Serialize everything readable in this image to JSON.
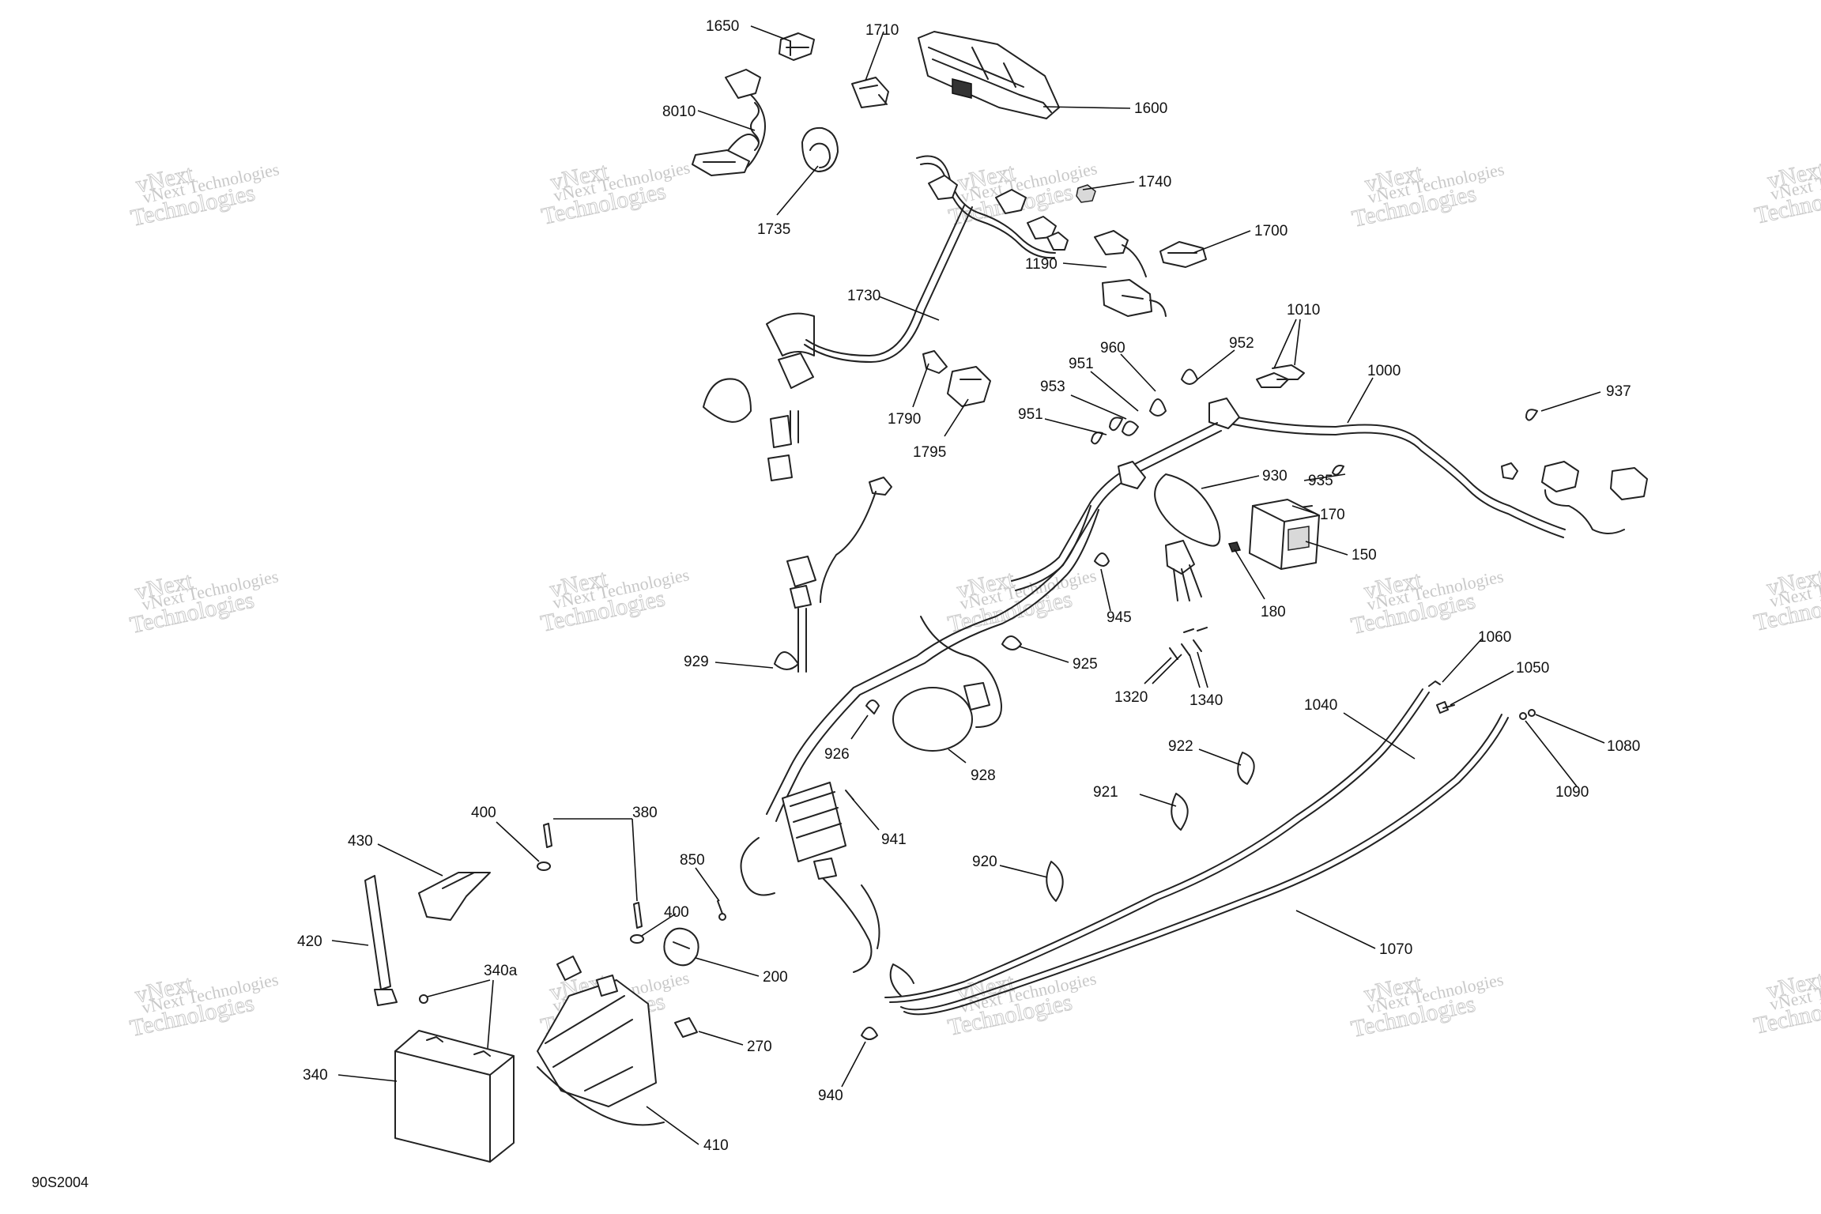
{
  "diagram": {
    "figure_code": "90S2004",
    "watermark": {
      "line1": "vNext Technologies",
      "line2": "vNext",
      "line3": "Technologies"
    },
    "callouts": [
      {
        "id": "1650",
        "text": "1650"
      },
      {
        "id": "1710",
        "text": "1710"
      },
      {
        "id": "1600",
        "text": "1600"
      },
      {
        "id": "8010",
        "text": "8010"
      },
      {
        "id": "1735",
        "text": "1735"
      },
      {
        "id": "1740",
        "text": "1740"
      },
      {
        "id": "1700",
        "text": "1700"
      },
      {
        "id": "1730",
        "text": "1730"
      },
      {
        "id": "1190",
        "text": "1190"
      },
      {
        "id": "1010",
        "text": "1010"
      },
      {
        "id": "960",
        "text": "960"
      },
      {
        "id": "952",
        "text": "952"
      },
      {
        "id": "951a",
        "text": "951"
      },
      {
        "id": "953",
        "text": "953"
      },
      {
        "id": "951b",
        "text": "951"
      },
      {
        "id": "1000",
        "text": "1000"
      },
      {
        "id": "937",
        "text": "937"
      },
      {
        "id": "1790",
        "text": "1790"
      },
      {
        "id": "1795",
        "text": "1795"
      },
      {
        "id": "930",
        "text": "930"
      },
      {
        "id": "935",
        "text": "935"
      },
      {
        "id": "170",
        "text": "170"
      },
      {
        "id": "150",
        "text": "150"
      },
      {
        "id": "180",
        "text": "180"
      },
      {
        "id": "945",
        "text": "945"
      },
      {
        "id": "929",
        "text": "929"
      },
      {
        "id": "925",
        "text": "925"
      },
      {
        "id": "1320",
        "text": "1320"
      },
      {
        "id": "1340",
        "text": "1340"
      },
      {
        "id": "1060",
        "text": "1060"
      },
      {
        "id": "1050",
        "text": "1050"
      },
      {
        "id": "1040",
        "text": "1040"
      },
      {
        "id": "1080",
        "text": "1080"
      },
      {
        "id": "1090",
        "text": "1090"
      },
      {
        "id": "926",
        "text": "926"
      },
      {
        "id": "928",
        "text": "928"
      },
      {
        "id": "922",
        "text": "922"
      },
      {
        "id": "921",
        "text": "921"
      },
      {
        "id": "941",
        "text": "941"
      },
      {
        "id": "920",
        "text": "920"
      },
      {
        "id": "400a",
        "text": "400"
      },
      {
        "id": "380",
        "text": "380"
      },
      {
        "id": "430",
        "text": "430"
      },
      {
        "id": "850",
        "text": "850"
      },
      {
        "id": "400b",
        "text": "400"
      },
      {
        "id": "200",
        "text": "200"
      },
      {
        "id": "420",
        "text": "420"
      },
      {
        "id": "340a",
        "text": "340a"
      },
      {
        "id": "270",
        "text": "270"
      },
      {
        "id": "1070",
        "text": "1070"
      },
      {
        "id": "340",
        "text": "340"
      },
      {
        "id": "940",
        "text": "940"
      },
      {
        "id": "410",
        "text": "410"
      }
    ]
  }
}
